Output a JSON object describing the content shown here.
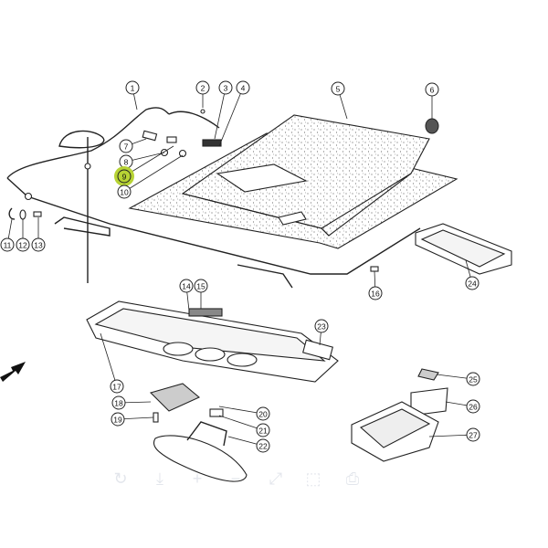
{
  "diagram": {
    "callouts": [
      "1",
      "2",
      "3",
      "4",
      "5",
      "6",
      "7",
      "8",
      "9",
      "10",
      "11",
      "12",
      "13",
      "14",
      "15",
      "16",
      "17",
      "18",
      "19",
      "20",
      "21",
      "22",
      "23",
      "24",
      "25",
      "26",
      "27"
    ],
    "highlighted_callout": "9",
    "highlight_color": "#b7d334"
  },
  "toolbar": {
    "icons": [
      "rotate-icon",
      "download-icon",
      "zoom-in-icon",
      "zoom-out-icon",
      "fullscreen-icon",
      "crop-icon",
      "print-icon"
    ]
  }
}
